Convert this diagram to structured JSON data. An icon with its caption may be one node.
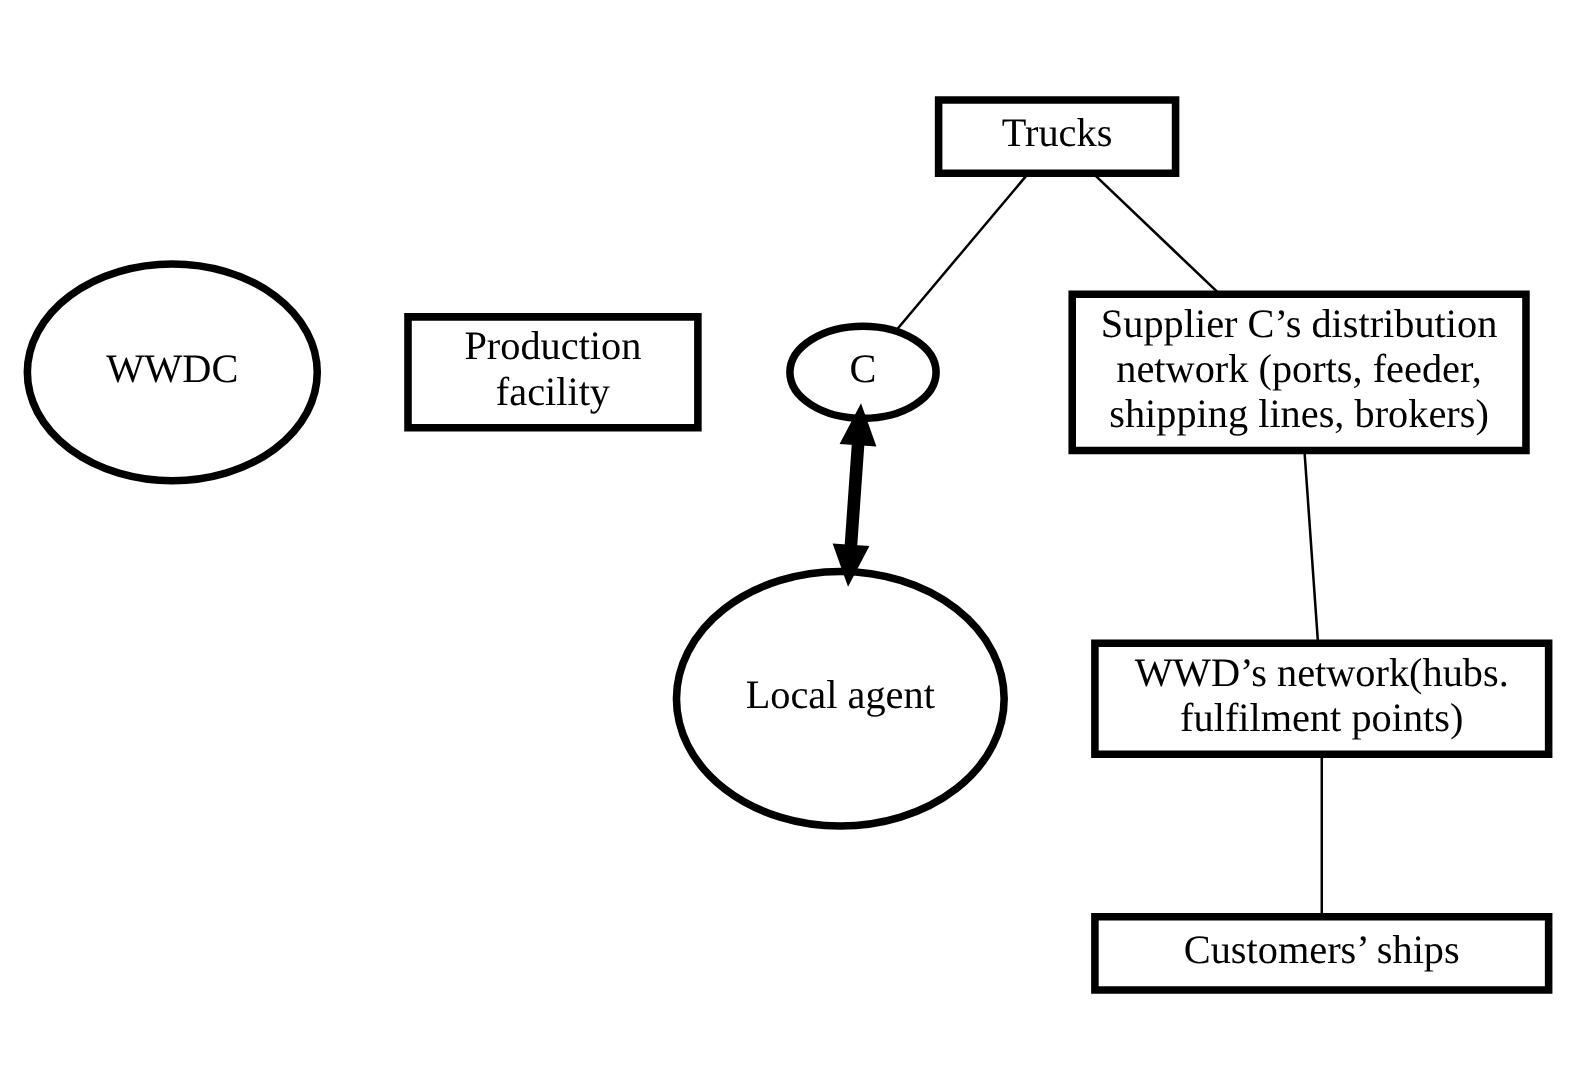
{
  "diagram": {
    "nodes": [
      {
        "text": [
          "WWDC"
        ]
      },
      {
        "text": [
          "Production facility"
        ]
      },
      {
        "text": [
          "C"
        ]
      },
      {
        "text": [
          "Local agent"
        ]
      },
      {
        "text": [
          "Trucks"
        ]
      },
      {
        "text": [
          "Supplier C’s distribution network (ports, feeder, shipping lines, brokers)"
        ]
      },
      {
        "text": [
          "WWD’s network(hubs. fulfilment points)"
        ]
      },
      {
        "text": [
          "Customers’ ships"
        ]
      }
    ],
    "edges": [
      {
        "from": 2,
        "to": 3,
        "arrow": "both",
        "style": "thick"
      },
      {
        "from": 4,
        "to": 2,
        "arrow": "none"
      },
      {
        "from": 4,
        "to": 5,
        "arrow": "none"
      },
      {
        "from": 5,
        "to": 6,
        "arrow": "none"
      },
      {
        "from": 6,
        "to": 7,
        "arrow": "none"
      }
    ]
  }
}
